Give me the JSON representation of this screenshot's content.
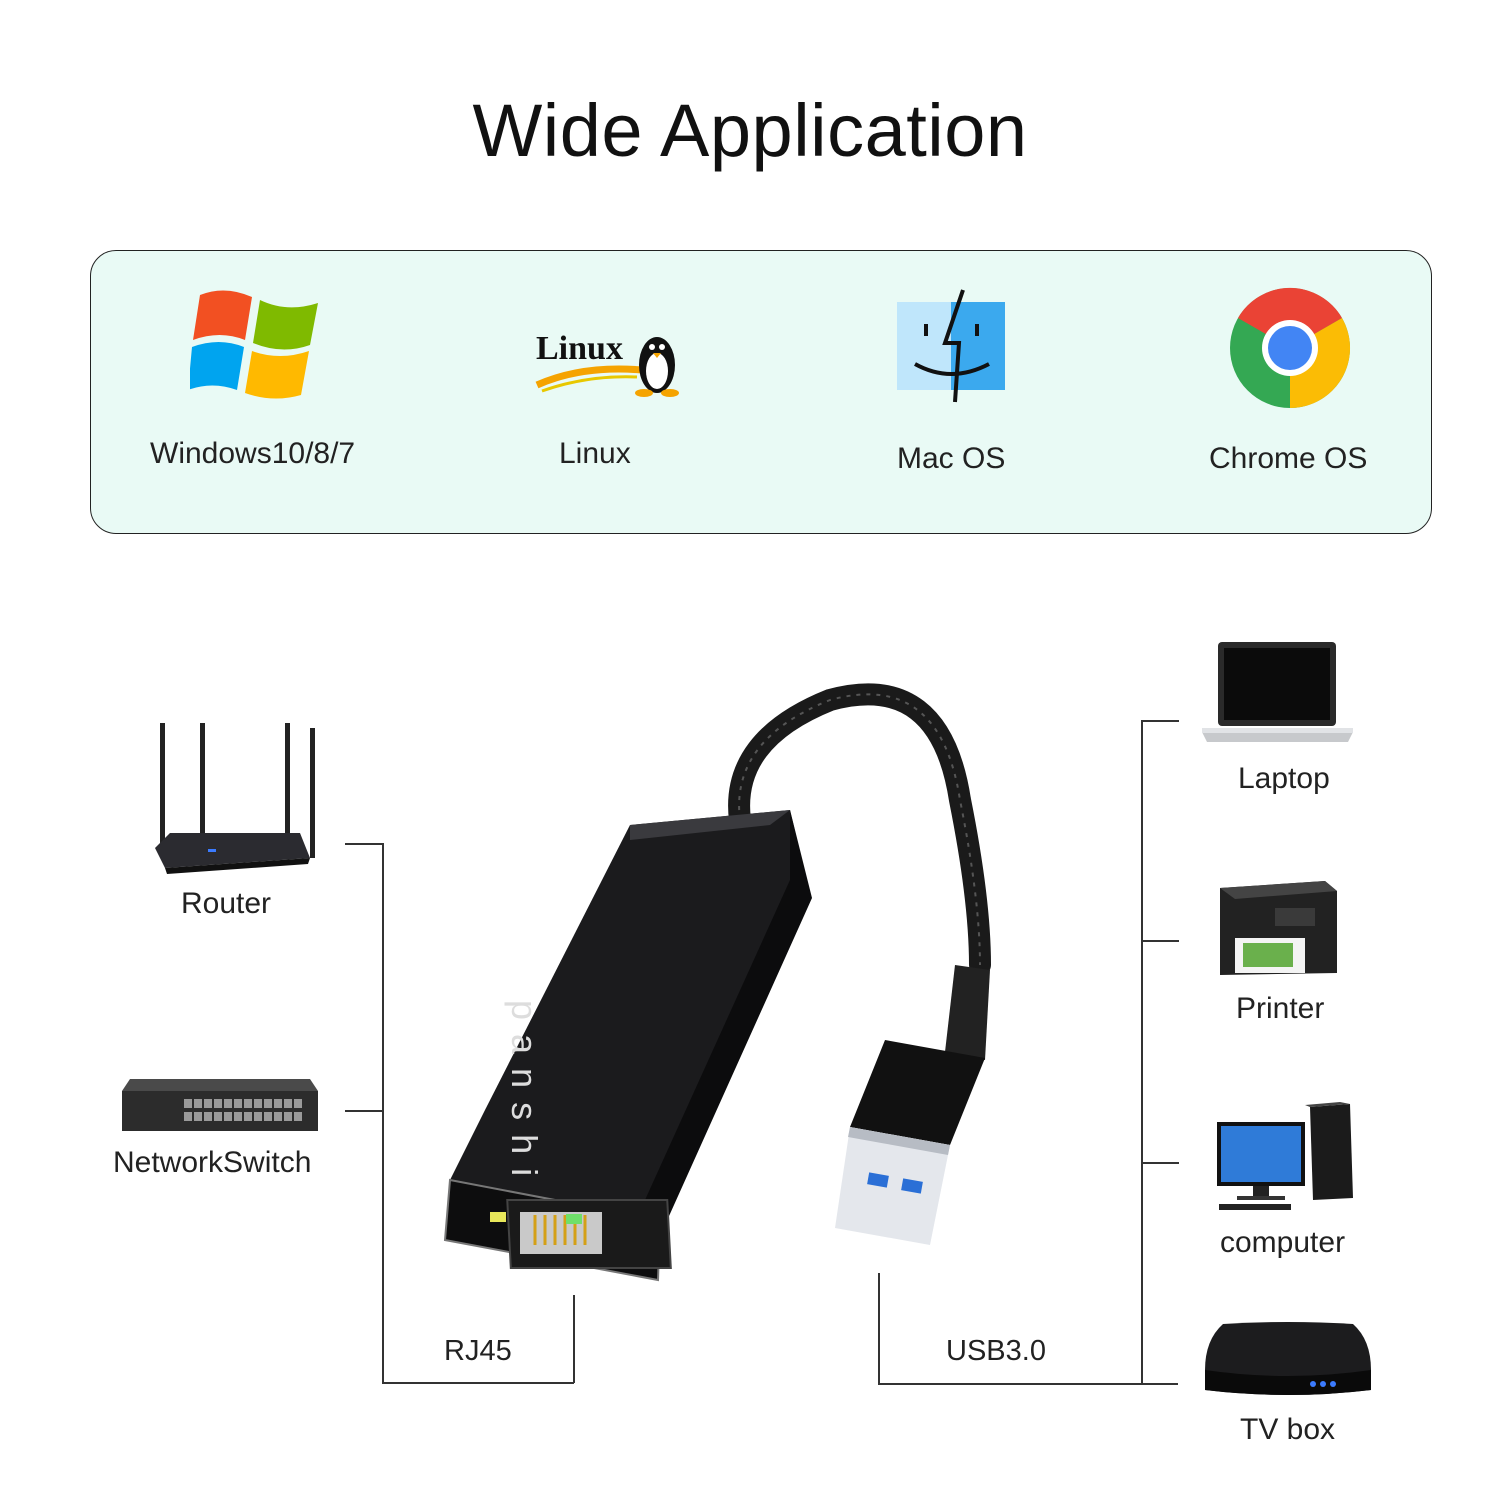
{
  "title": "Wide Application",
  "os": [
    {
      "label": "Windows10/8/7",
      "icon": "windows-logo-icon"
    },
    {
      "label": "Linux",
      "icon": "linux-tux-icon"
    },
    {
      "label": "Mac OS",
      "icon": "mac-finder-icon"
    },
    {
      "label": "Chrome OS",
      "icon": "chrome-logo-icon"
    }
  ],
  "linux_logo_text": "Linux",
  "left_devices": [
    {
      "label": "Router",
      "icon": "router-icon"
    },
    {
      "label": "NetworkSwitch",
      "icon": "network-switch-icon"
    }
  ],
  "right_devices": [
    {
      "label": "Laptop",
      "icon": "laptop-icon"
    },
    {
      "label": "Printer",
      "icon": "printer-icon"
    },
    {
      "label": "computer",
      "icon": "desktop-computer-icon"
    },
    {
      "label": "TV box",
      "icon": "tv-box-icon"
    }
  ],
  "ports": {
    "rj45": "RJ45",
    "usb": "USB3.0"
  },
  "brand": "panshi",
  "colors": {
    "panel_bg": "#e9faf5",
    "usb_blue": "#2a6fd6"
  }
}
